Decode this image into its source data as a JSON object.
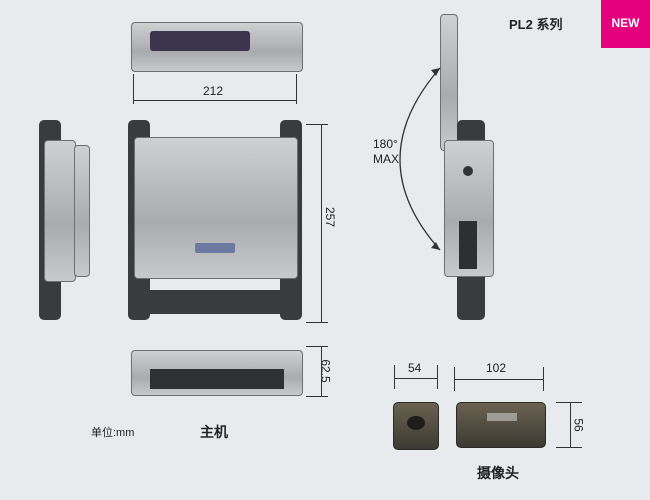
{
  "header": {
    "series": "PL2 系列",
    "badge": "NEW"
  },
  "colors": {
    "badge": "#e5007d",
    "background": "#e7ebee"
  },
  "dimensions": {
    "width": "212",
    "height": "257",
    "depth": "62.5",
    "cam_front": "54",
    "cam_length": "102",
    "cam_height": "56",
    "hinge_angle": "180°",
    "hinge_max": "MAX"
  },
  "labels": {
    "unit": "单位:mm",
    "host": "主机",
    "camera": "摄像头"
  }
}
